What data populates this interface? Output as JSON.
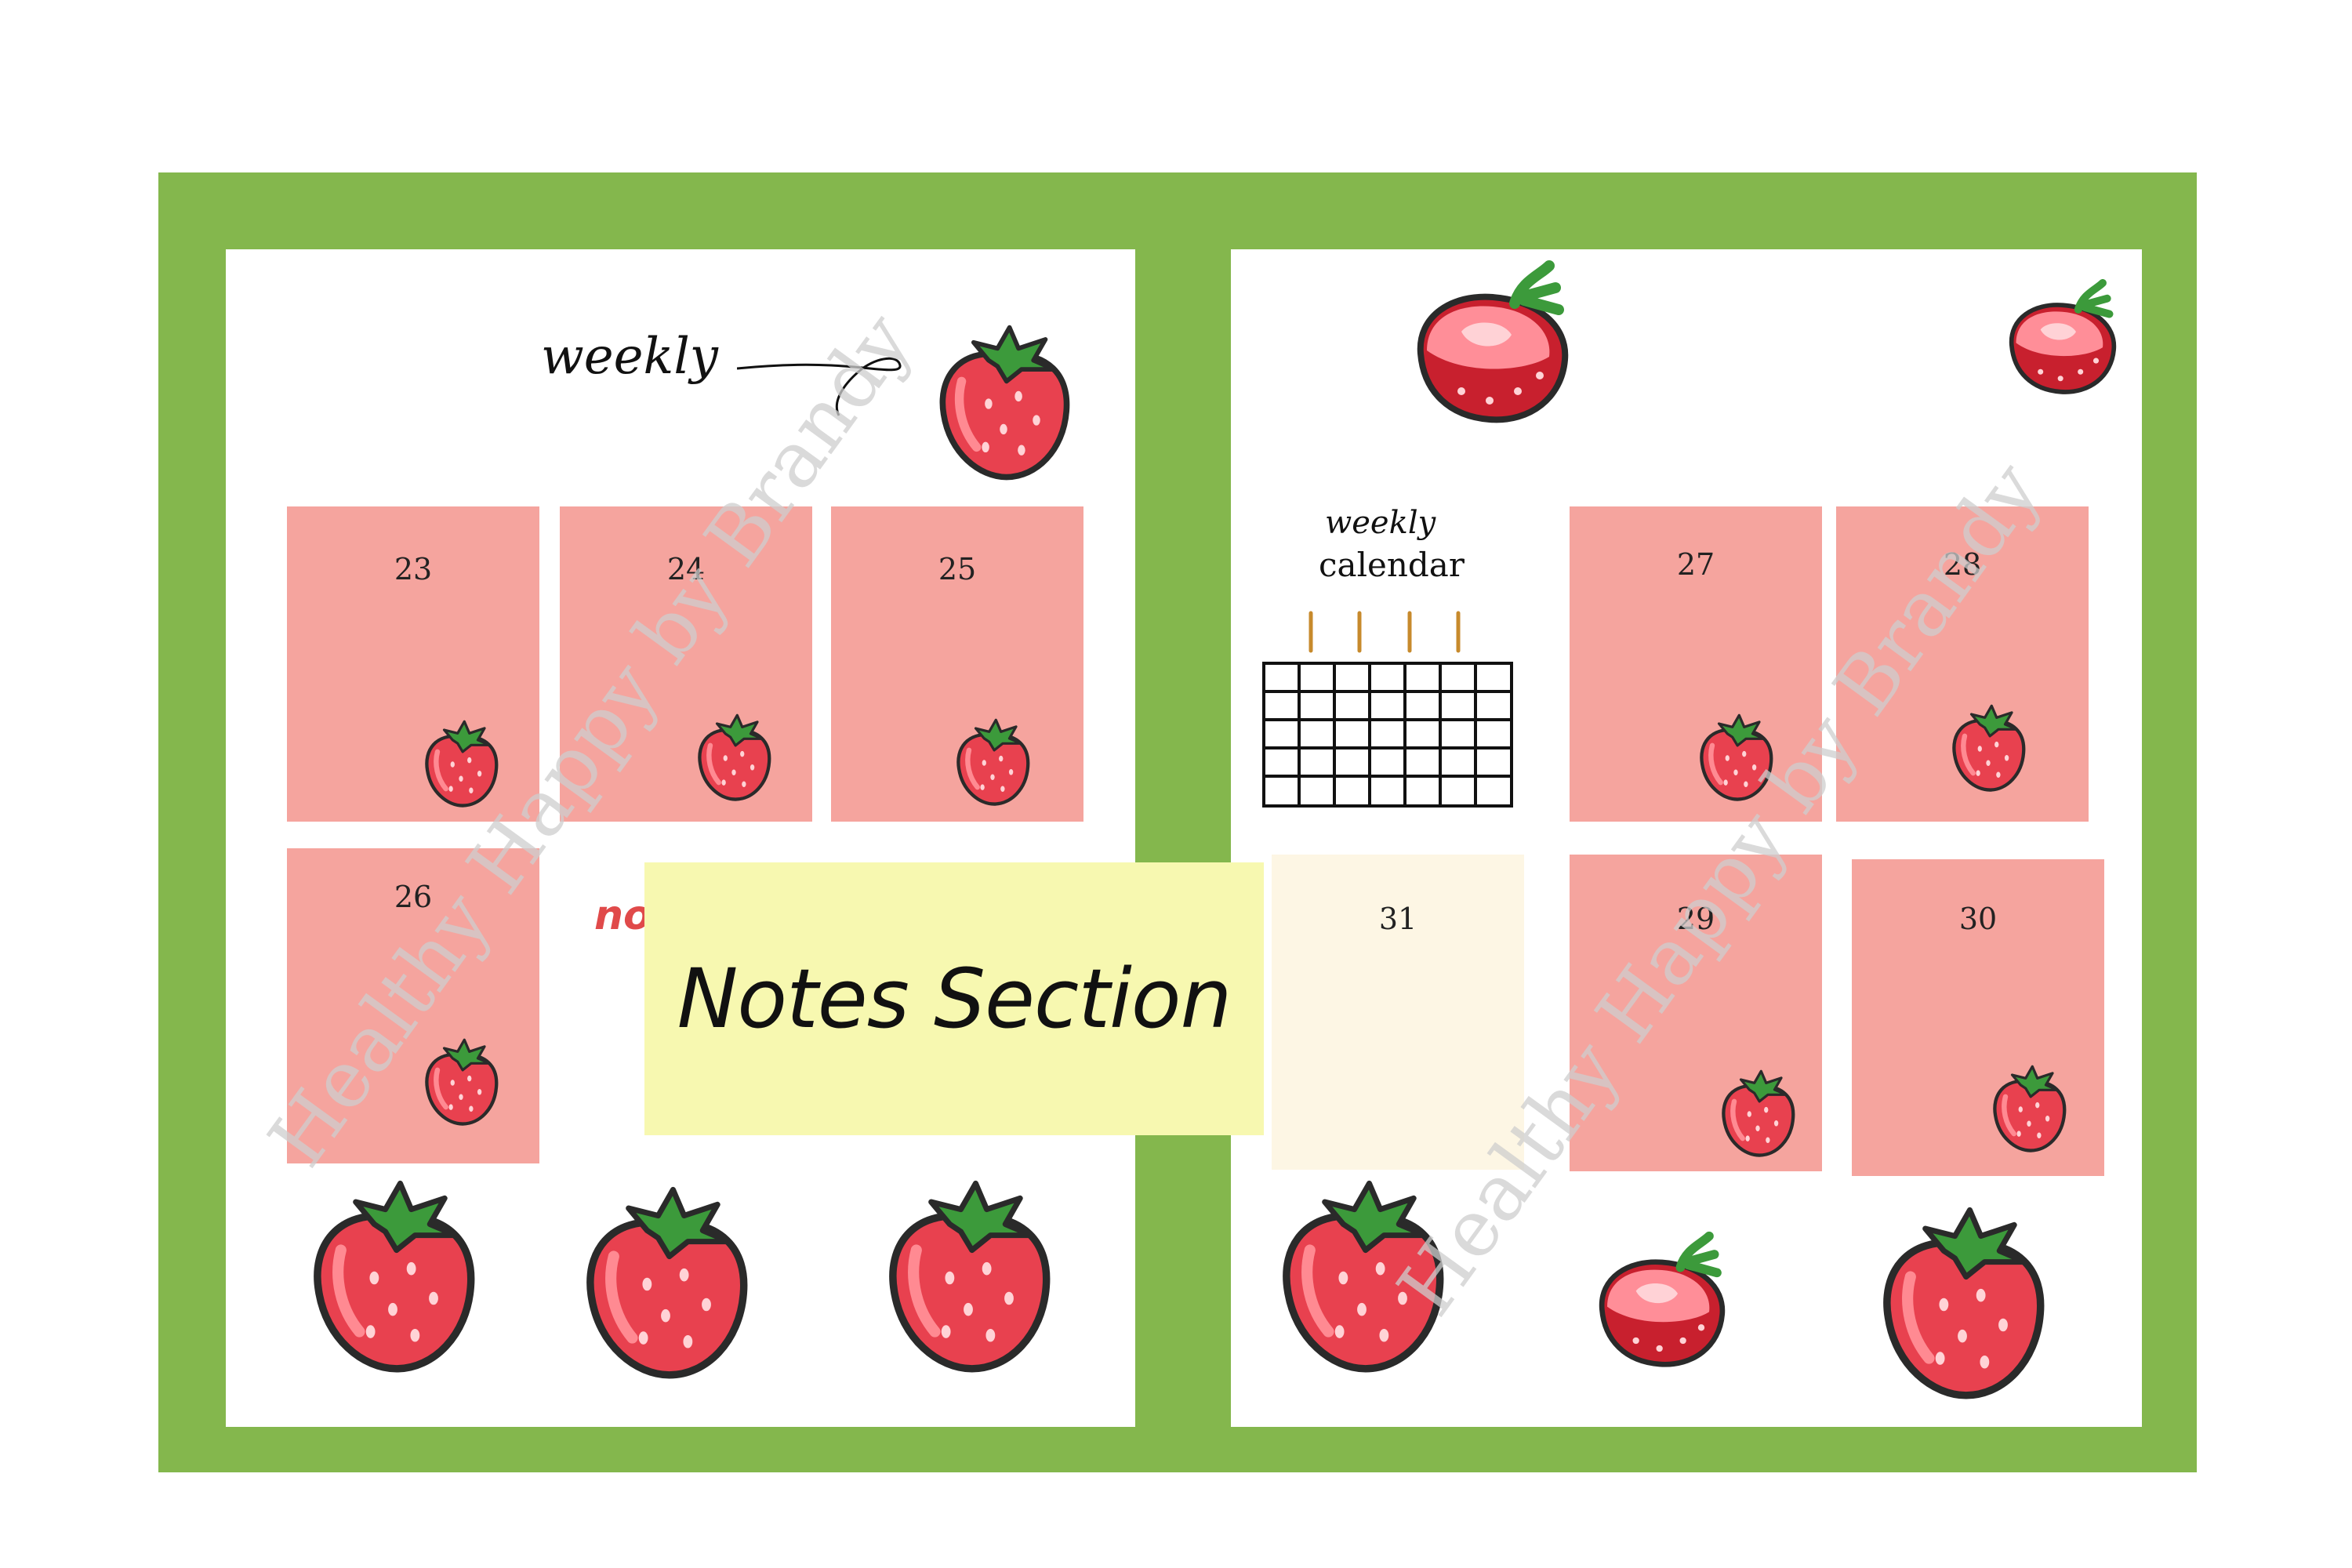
{
  "left_page": {
    "heading_script": "weekly",
    "days": [
      {
        "label": "23"
      },
      {
        "label": "24"
      },
      {
        "label": "25"
      },
      {
        "label": "26"
      }
    ],
    "notes_label_partial": "no"
  },
  "notes_sticky": {
    "text": "Notes Section"
  },
  "right_page": {
    "calendar_heading_script": "weekly",
    "calendar_heading": "calendar",
    "days": [
      {
        "label": "27"
      },
      {
        "label": "28"
      },
      {
        "label": "29"
      },
      {
        "label": "30"
      },
      {
        "label": "31"
      }
    ]
  },
  "watermark": "Healthy Happy by Brandy",
  "colors": {
    "frame": "#84b74d",
    "day_box": "#f5a49e",
    "day_box_alt": "#fdf6e4",
    "sticky": "#f7f8b0",
    "berry": "#e8414f",
    "leaf": "#3c9a3b"
  }
}
